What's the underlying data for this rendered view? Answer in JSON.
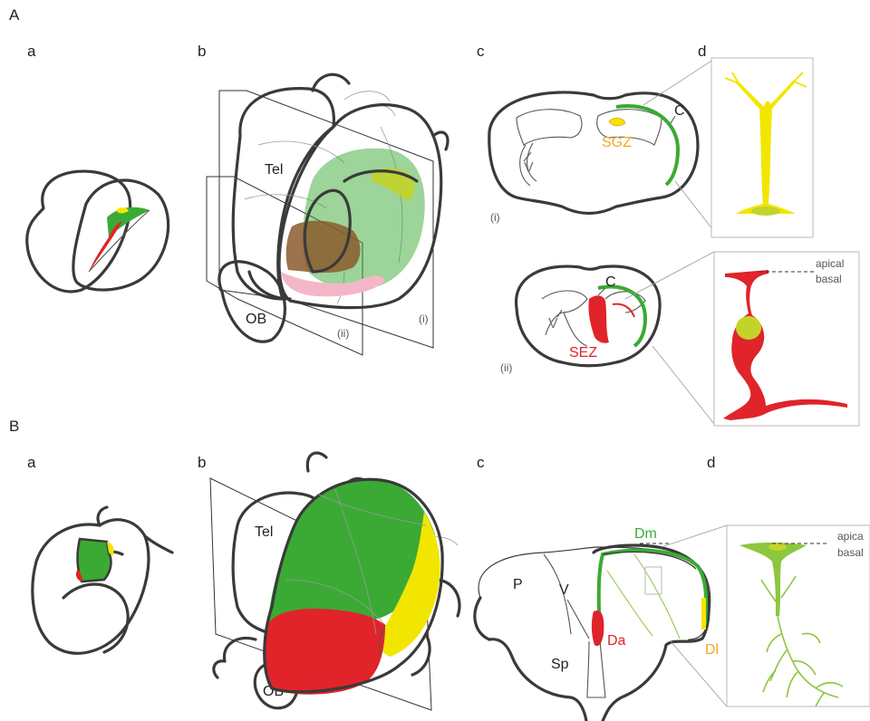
{
  "panels": {
    "A": "A",
    "B": "B",
    "a": "a",
    "b": "b",
    "c": "c",
    "d": "d"
  },
  "labels": {
    "tel": "Tel",
    "ob": "OB",
    "plane_i": "(i)",
    "plane_ii": "(ii)",
    "ventricle": "V",
    "cortex": "C",
    "sgz": "SGZ",
    "sez": "SEZ",
    "apical": "apical",
    "basal": "basal",
    "apical_cut": "apica",
    "pallium": "P",
    "subpallium": "Sp",
    "dm": "Dm",
    "da": "Da",
    "dl": "Dl"
  },
  "colors": {
    "green": "#3aaa35",
    "light_green": "#8dc63f",
    "yellow": "#f2e600",
    "red": "#e0242a",
    "brown": "#8b5a2b",
    "pink": "#f4b7c8",
    "sgz_orange": "#f5a623",
    "outline": "#3a3a3a"
  }
}
